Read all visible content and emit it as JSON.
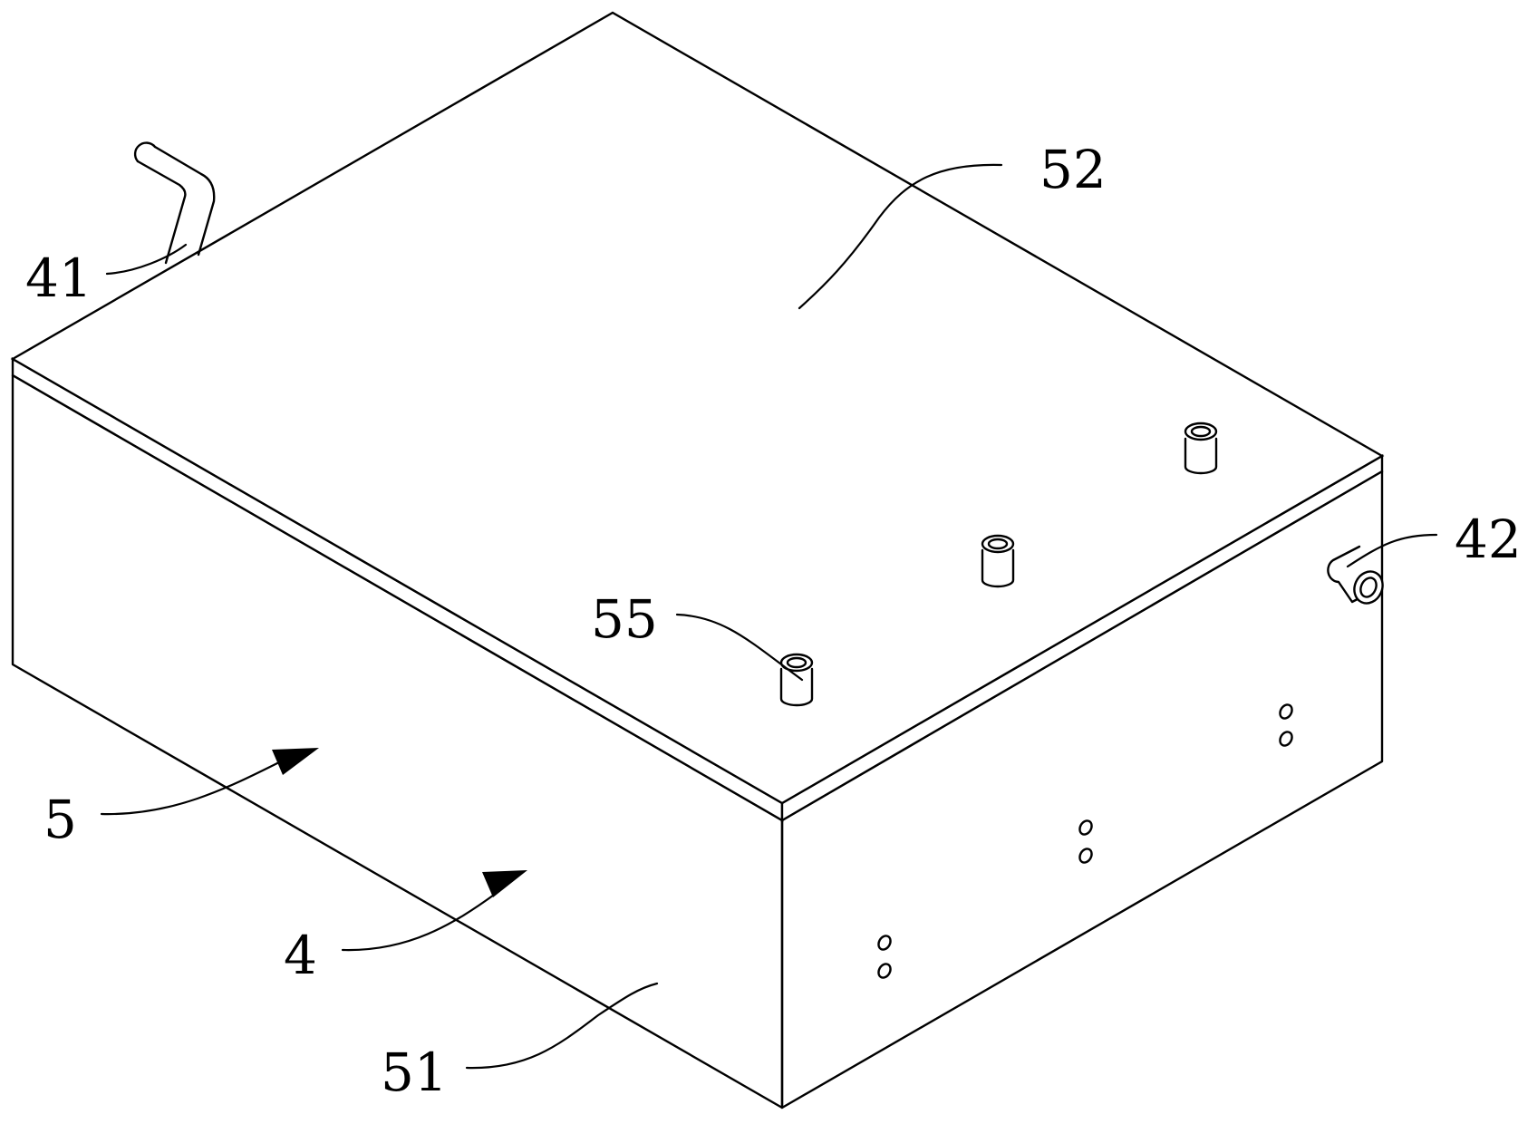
{
  "figure": {
    "labels": {
      "l41": "41",
      "l52": "52",
      "l42": "42",
      "l55": "55",
      "l5": "5",
      "l4": "4",
      "l51": "51"
    }
  }
}
